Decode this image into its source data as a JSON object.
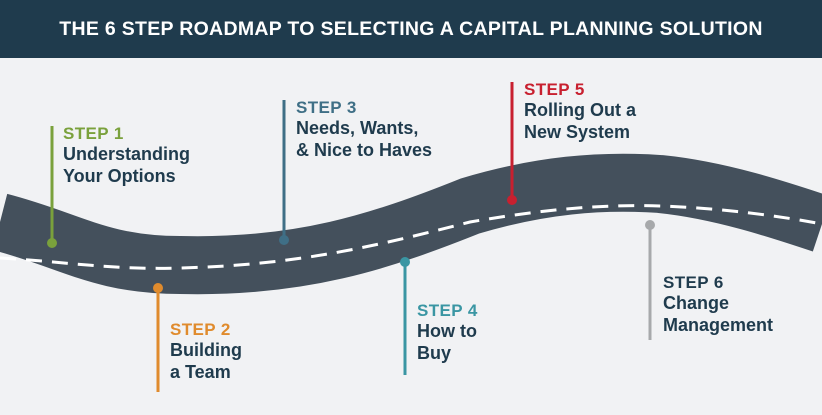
{
  "header": {
    "title": "THE 6 STEP ROADMAP TO SELECTING A CAPITAL PLANNING SOLUTION"
  },
  "colors": {
    "header_bg": "#1f3b4d",
    "road": "#44505c",
    "road_dash": "#ffffff",
    "text_dark": "#1f3b4d",
    "step1": "#7aa13c",
    "step2": "#e08b2d",
    "step3": "#3f6f86",
    "step4": "#3a96a3",
    "step5": "#c8202f",
    "step6": "#a7a9ab"
  },
  "steps": [
    {
      "label": "STEP 1",
      "lines": [
        "Understanding",
        "Your Options"
      ]
    },
    {
      "label": "STEP 2",
      "lines": [
        "Building",
        "a Team"
      ]
    },
    {
      "label": "STEP 3",
      "lines": [
        "Needs, Wants,",
        "& Nice to Haves"
      ]
    },
    {
      "label": "STEP 4",
      "lines": [
        "How to",
        "Buy"
      ]
    },
    {
      "label": "STEP 5",
      "lines": [
        "Rolling Out a",
        "New System"
      ]
    },
    {
      "label": "STEP 6",
      "lines": [
        "Change",
        "Management"
      ]
    }
  ]
}
